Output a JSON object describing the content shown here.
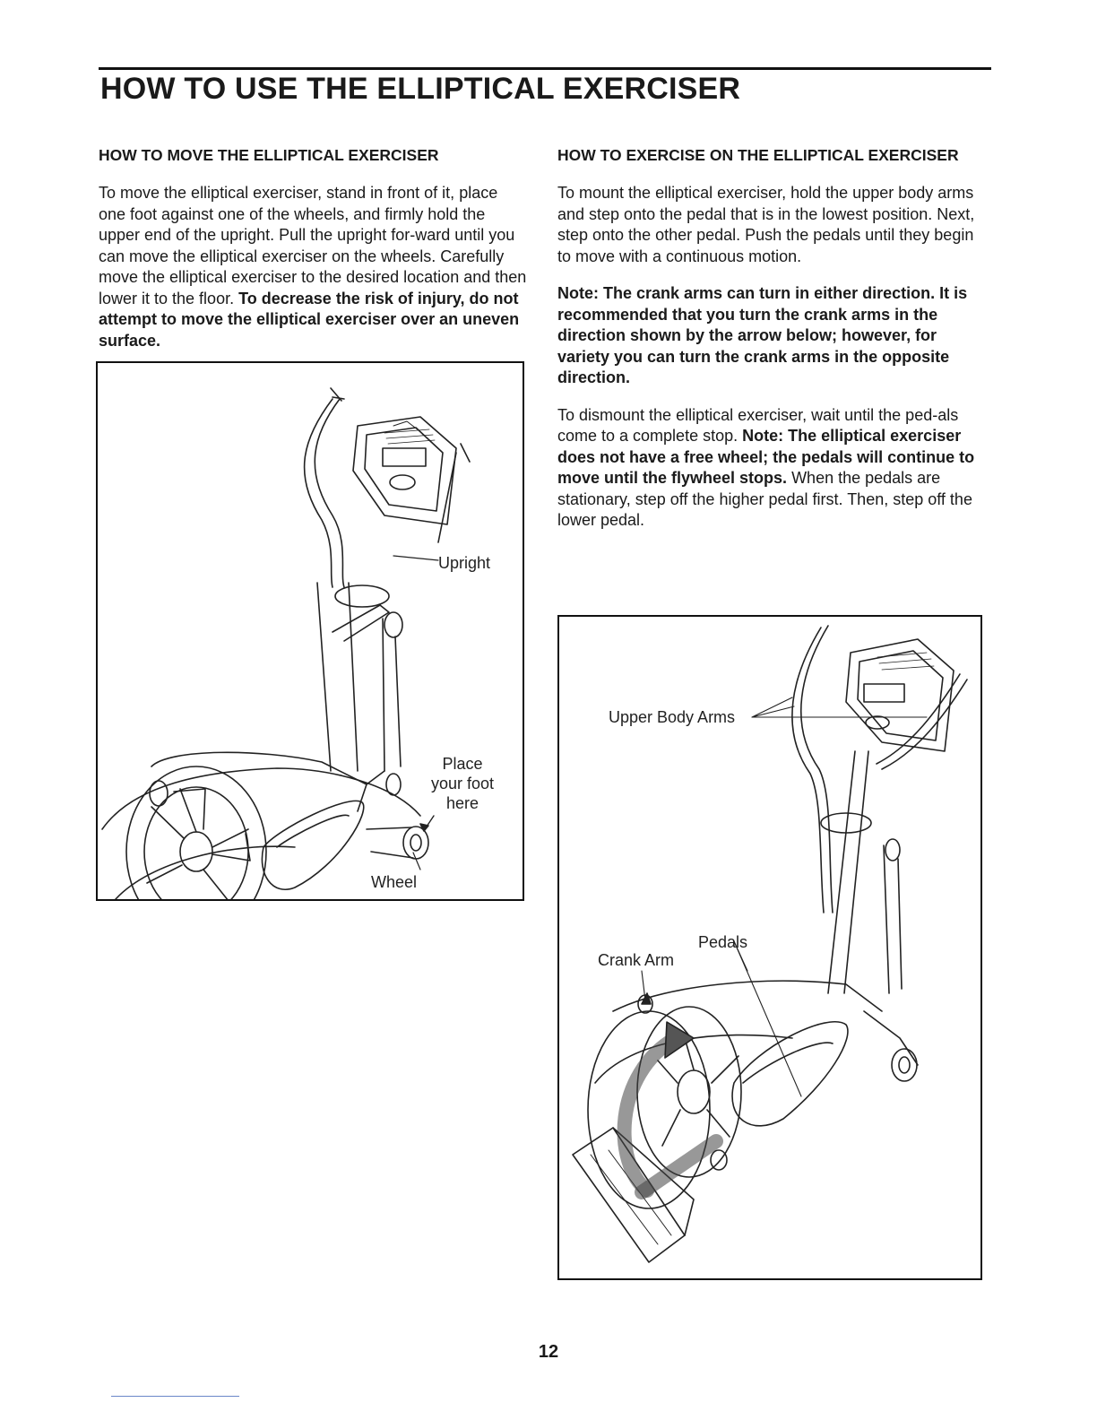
{
  "page_title": "HOW TO USE THE ELLIPTICAL EXERCISER",
  "left_column": {
    "heading": "HOW TO MOVE THE ELLIPTICAL EXERCISER",
    "paragraph_text": "To move the elliptical exerciser, stand in front of it, place one foot against one of the wheels, and firmly hold the upper end of the upright. Pull the upright for-ward until you can move the elliptical exerciser on the wheels. Carefully move the elliptical exerciser to the desired location and then lower it to the floor.",
    "paragraph_warning": "To decrease the risk of injury, do not attempt to move the elliptical exerciser over an uneven surface."
  },
  "right_column": {
    "heading": "HOW TO EXERCISE ON THE ELLIPTICAL EXERCISER",
    "mount_paragraph": "To mount the elliptical exerciser, hold the upper body arms and step onto the pedal that is in the lowest position. Next, step onto the other pedal. Push the pedals until they begin to move with a continuous motion.",
    "direction_note": "Note: The crank arms can turn in either direction. It is recommended that you turn the crank arms in the direction shown by the arrow below; however, for variety you can turn the crank arms in the opposite direction.",
    "dismount_text_1": "To dismount the elliptical exerciser, wait until the ped-als come to a complete stop.",
    "dismount_note": "Note: The elliptical exerciser does not have a free wheel; the pedals will continue to move until the flywheel stops.",
    "dismount_text_2": "When the pedals are stationary, step off the higher pedal first. Then, step off the lower pedal."
  },
  "figure_1": {
    "labels": {
      "upright": "Upright",
      "place_foot": "Place\nyour foot\nhere",
      "wheel": "Wheel"
    }
  },
  "figure_2": {
    "labels": {
      "upper_body_arms": "Upper Body Arms",
      "pedals": "Pedals",
      "crank_arm": "Crank Arm"
    }
  },
  "page_number": "12"
}
